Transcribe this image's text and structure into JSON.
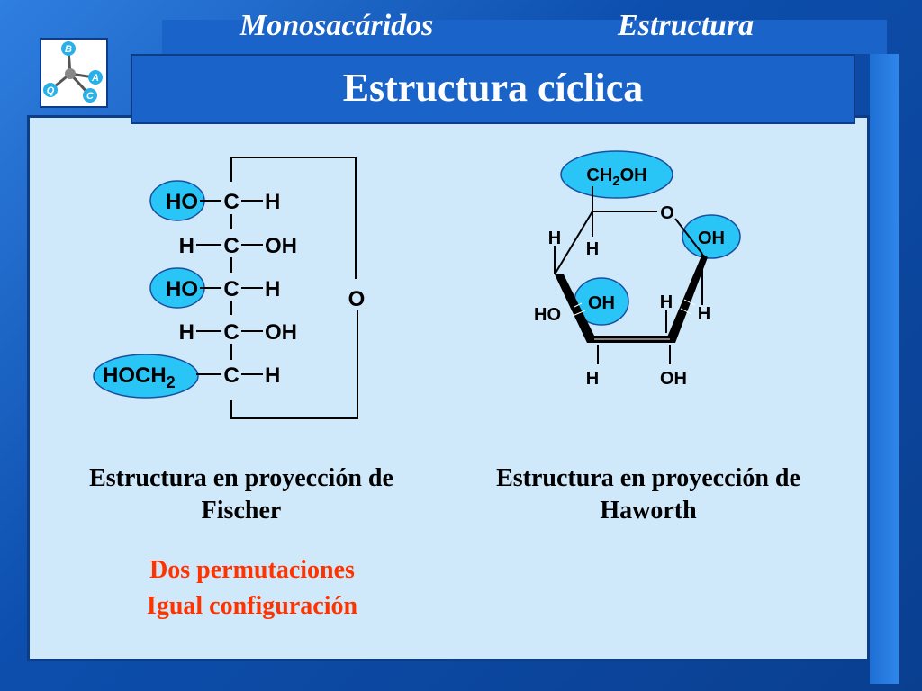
{
  "header": {
    "section": "Monosacáridos",
    "topic": "Estructura",
    "title": "Estructura cíclica"
  },
  "logo": {
    "letters": [
      "B",
      "A",
      "C",
      "Q"
    ]
  },
  "fischer": {
    "rows": [
      {
        "left": "HO",
        "center": "C",
        "right": "H",
        "left_highlight": true
      },
      {
        "left": "H",
        "center": "C",
        "right": "OH",
        "left_highlight": false
      },
      {
        "left": "HO",
        "center": "C",
        "right": "H",
        "left_highlight": true
      },
      {
        "left": "H",
        "center": "C",
        "right": "OH",
        "left_highlight": false
      },
      {
        "left": "HOCH",
        "left_sub": "2",
        "center": "C",
        "right": "H",
        "left_highlight": true
      }
    ],
    "ring_oxygen": "O",
    "caption_line1": "Estructura en proyección de",
    "caption_line2": "Fischer"
  },
  "haworth": {
    "top": "CH",
    "top_sub": "2",
    "top_tail": "OH",
    "ring_oxygen": "O",
    "labels": {
      "c4_up": "H",
      "c4_down": "H",
      "c1_up": "OH",
      "c3_left": "HO",
      "c3_ring_oh": "OH",
      "c2_up": "H",
      "c2_right": "H",
      "bottom_left": "H",
      "bottom_right": "OH"
    },
    "caption_line1": "Estructura en proyección de",
    "caption_line2": "Haworth"
  },
  "note": {
    "line1": "Dos  permutaciones",
    "line2": "Igual configuración"
  },
  "colors": {
    "highlight": "#29c5f6",
    "note": "#ff3300",
    "panel": "#cfe9fb",
    "header": "#1a63c9"
  }
}
